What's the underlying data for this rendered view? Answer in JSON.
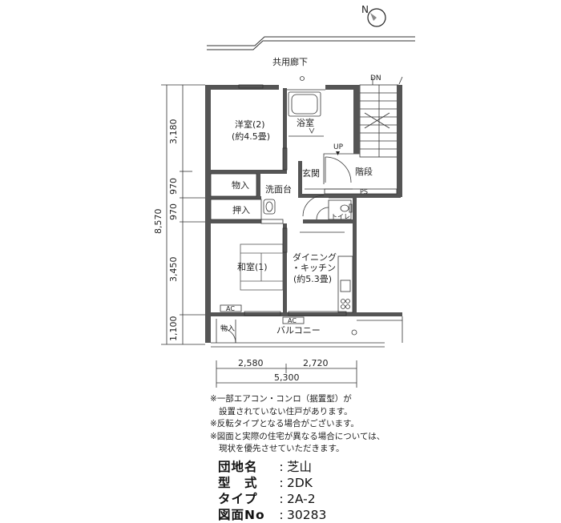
{
  "corridor": "共用廊下",
  "stair_labels": {
    "dn": "DN",
    "up": "UP"
  },
  "rooms": {
    "western_room": {
      "name": "洋室(2)",
      "size": "(約4.5畳)"
    },
    "bath": "浴室",
    "closet_top": "物入",
    "vanity": "洗面台",
    "entrance": "玄関",
    "stairs": "階段",
    "ps": "PS",
    "oshiire": "押入",
    "toilet": "トイレ",
    "japanese_room": "和室(1)",
    "dining": {
      "line1": "ダイニング",
      "line2": "・キッチン",
      "size": "(約5.3畳)"
    },
    "ac_left": "AC",
    "ac_right": "AC",
    "closet_balcony": "物入",
    "balcony": "バルコニー"
  },
  "dimensions": {
    "vertical": [
      "3,180",
      "970",
      "970",
      "3,450",
      "1,100"
    ],
    "vertical_total": "8,570",
    "horizontal": [
      "2,580",
      "2,720"
    ],
    "horizontal_total": "5,300"
  },
  "notes": [
    "※一部エアコン・コンロ（据置型）が",
    "設置されていない住戸があります。",
    "※反転タイプとなる場合がございます。",
    "※図面と実際の住宅が異なる場合については、",
    "現状を優先させていただきます。"
  ],
  "info": {
    "estate": {
      "label": "団地名",
      "value": "芝山"
    },
    "model": {
      "label": "型　式",
      "value": "2DK"
    },
    "type": {
      "label": "タイプ",
      "value": "2A-2"
    },
    "drawing_no": {
      "label": "図面No",
      "value": "30283"
    }
  },
  "compass": {
    "letter": "N"
  }
}
